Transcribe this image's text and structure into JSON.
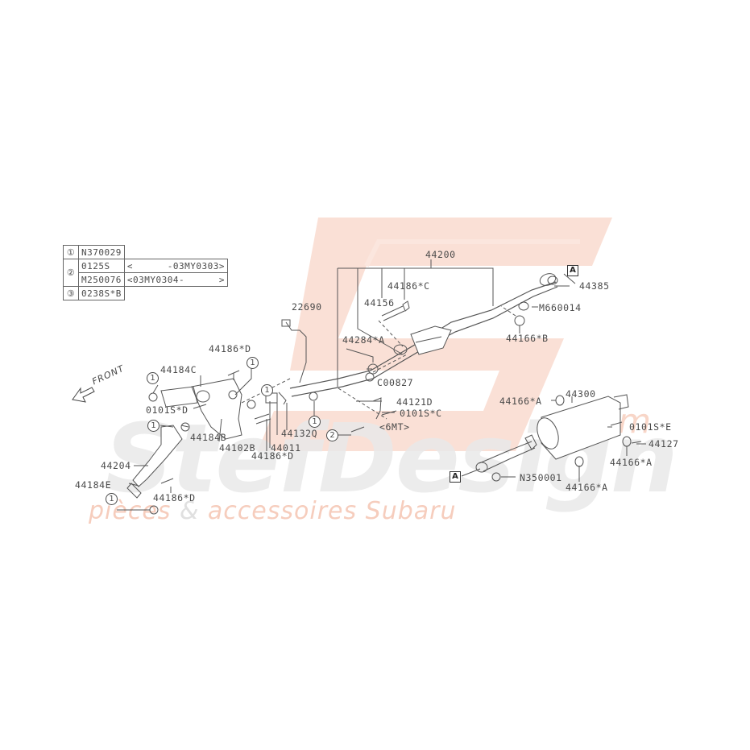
{
  "diagram": {
    "title": "Exhaust system parts diagram",
    "watermark": {
      "brand": "StefDesign",
      "suffix": ".com",
      "tagline_parts": [
        "pièces",
        "&",
        "accessoires Subaru"
      ],
      "colors": {
        "logo": "#f8d8cc",
        "brand_text": "#e8e8e8",
        "tagline": "#f6cdbd",
        "ampersand": "#e2e2e2"
      }
    },
    "legend": {
      "rows": [
        {
          "ref": "①",
          "part": "N370029",
          "range": ""
        },
        {
          "ref": "②",
          "part": "0125S",
          "range": "<      -03MY0303>"
        },
        {
          "ref": "",
          "part": "M250076",
          "range": "<03MY0304-      >"
        },
        {
          "ref": "③",
          "part": "0238S*B",
          "range": ""
        }
      ]
    },
    "front_label": "FRONT",
    "callouts": {
      "p44200": "44200",
      "p44186c": "44186*C",
      "p44156": "44156",
      "p22690": "22690",
      "p44284a": "44284*A",
      "p44385": "44385",
      "pm660014": "M660014",
      "p44166b": "44166*B",
      "pc00827": "C00827",
      "p44121d": "44121D",
      "p0101sc": "0101S*C",
      "p6mt": "<6MT>",
      "p44186d_top": "44186*D",
      "p44184c": "44184C",
      "p0101sd": "0101S*D",
      "p44184b": "44184B",
      "p44102b": "44102B",
      "p44011": "44011",
      "p44132q": "44132Q",
      "p44186d_mid": "44186*D",
      "p44204": "44204",
      "p44184e": "44184E",
      "p44186d_low": "44186*D",
      "p44300": "44300",
      "p44166a_top": "44166*A",
      "p0101se": "0101S*E",
      "p44127": "44127",
      "p44166a_right": "44166*A",
      "p44166a_low": "44166*A",
      "pn350001": "N350001"
    },
    "ref_markers": {
      "one": "1",
      "two": "2"
    },
    "section_marker": "A"
  }
}
